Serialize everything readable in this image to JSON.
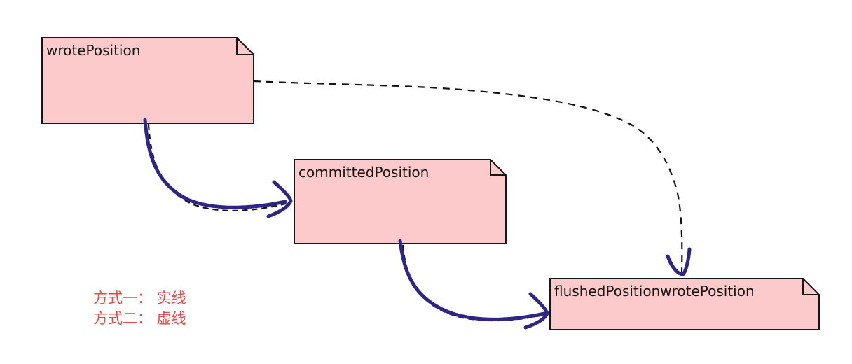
{
  "diagram": {
    "nodes": [
      {
        "id": "wrotePosition",
        "label": "wrotePosition"
      },
      {
        "id": "committedPosition",
        "label": "committedPosition"
      },
      {
        "id": "flushedPosition",
        "label": "flushedPositionwrotePosition"
      }
    ],
    "edges": [
      {
        "from": "wrotePosition",
        "to": "committedPosition",
        "style": "solid"
      },
      {
        "from": "wrotePosition",
        "to": "committedPosition",
        "style": "dashed"
      },
      {
        "from": "committedPosition",
        "to": "flushedPosition",
        "style": "solid"
      },
      {
        "from": "committedPosition",
        "to": "flushedPosition",
        "style": "dashed"
      },
      {
        "from": "wrotePosition",
        "to": "flushedPosition",
        "style": "dashed"
      }
    ],
    "legend": {
      "line1": "方式一： 实线",
      "line2": "方式二： 虚线"
    },
    "colors": {
      "note_fill": "#fccaca",
      "note_border": "#161616",
      "arrow_solid": "#2e2585",
      "edge_dashed": "#111111",
      "legend_text": "#ee4444"
    }
  }
}
